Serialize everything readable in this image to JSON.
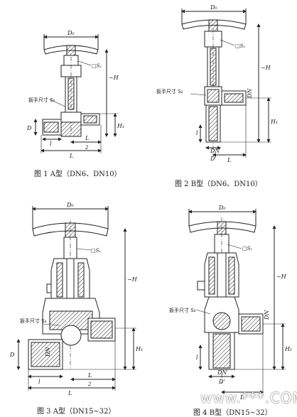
{
  "captions": {
    "fig1": "图 1  A型（DN6、DN10）",
    "fig2": "图 2  B型（DN6、DN10）",
    "fig3": "图 3  A型（DN15~32）",
    "fig4": "图 4  B型（DN15~32）"
  },
  "labels": {
    "d0": "D₀",
    "s1": "□S₁",
    "wrench": "扳手尺寸 S₂",
    "h": "~H",
    "h1": "H₁",
    "d": "D",
    "l": "l",
    "L": "L",
    "Lhalf_top": "L",
    "Lhalf_bot": "2",
    "dn": "DN",
    "dprime": "D'"
  },
  "watermark": "www.***.COM"
}
